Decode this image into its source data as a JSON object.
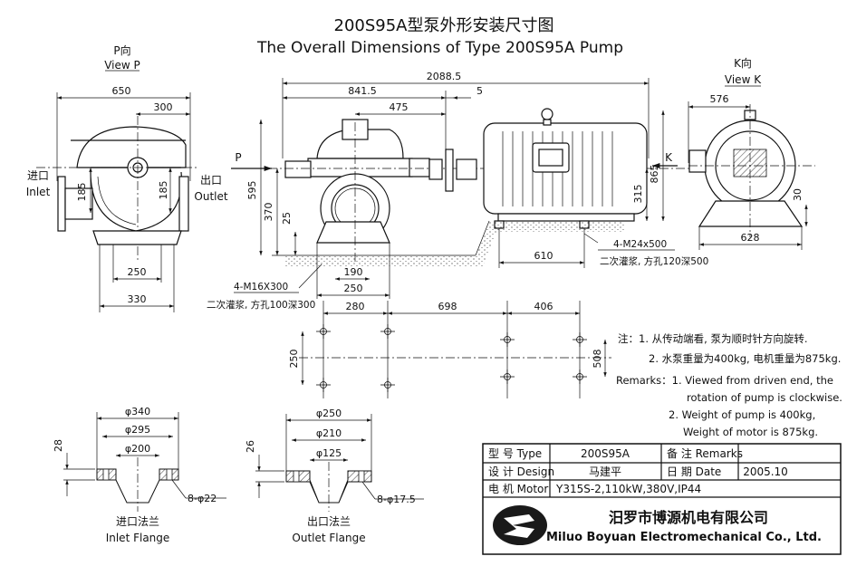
{
  "title_cn": "200S95A型泵外形安装尺寸图",
  "title_en": "The Overall Dimensions of Type 200S95A Pump",
  "view_p": {
    "cn": "P向",
    "en": "View P"
  },
  "view_k": {
    "cn": "K向",
    "en": "View K"
  },
  "labels": {
    "inlet_cn": "进口",
    "inlet_en": "Inlet",
    "outlet_cn": "出口",
    "outlet_en": "Outlet",
    "p": "P",
    "k": "K"
  },
  "dims": {
    "d650": "650",
    "d300": "300",
    "d185a": "185",
    "d185b": "185",
    "d250a": "250",
    "d330": "330",
    "d2088": "2088.5",
    "d841": "841.5",
    "d5": "5",
    "d475": "475",
    "d595": "595",
    "d370": "370",
    "d25": "25",
    "d190": "190",
    "d250b": "250",
    "d610": "610",
    "d315": "315",
    "d865": "865",
    "d576": "576",
    "d628": "628",
    "d30": "30",
    "d280": "280",
    "d698": "698",
    "d406": "406",
    "d250c": "250",
    "d508": "508",
    "bolt_pump": "4-M16X300",
    "grout_pump": "二次灌浆, 方孔100深300",
    "bolt_motor": "4-M24x500",
    "grout_motor": "二次灌浆, 方孔120深500"
  },
  "inlet_flange": {
    "d1": "φ340",
    "d2": "φ295",
    "d3": "φ200",
    "thk": "28",
    "holes": "8-φ22",
    "cn": "进口法兰",
    "en": "Inlet Flange"
  },
  "outlet_flange": {
    "d1": "φ250",
    "d2": "φ210",
    "d3": "φ125",
    "thk": "26",
    "holes": "8-φ17.5",
    "cn": "出口法兰",
    "en": "Outlet Flange"
  },
  "notes": {
    "cn1": "注：1. 从传动端看, 泵为顺时针方向旋转.",
    "cn2": "2. 水泵重量为400kg, 电机重量为875kg.",
    "en1a": "Remarks：1. Viewed from driven end, the",
    "en1b": "rotation of pump is  clockwise.",
    "en2a": "2. Weight of pump is 400kg,",
    "en2b": "Weight of motor is 875kg."
  },
  "table": {
    "type_label": "型 号 Type",
    "type_value": "200S95A",
    "remarks_label": "备 注 Remarks",
    "remarks_value": "",
    "design_label": "设 计 Design",
    "design_value": "马建平",
    "date_label": "日 期 Date",
    "date_value": "2005.10",
    "motor_label": "电 机 Motor",
    "motor_value": "Y315S-2,110kW,380V,IP44"
  },
  "company": {
    "cn": "汨罗市博源机电有限公司",
    "en": "Miluo Boyuan Electromechanical Co., Ltd."
  }
}
